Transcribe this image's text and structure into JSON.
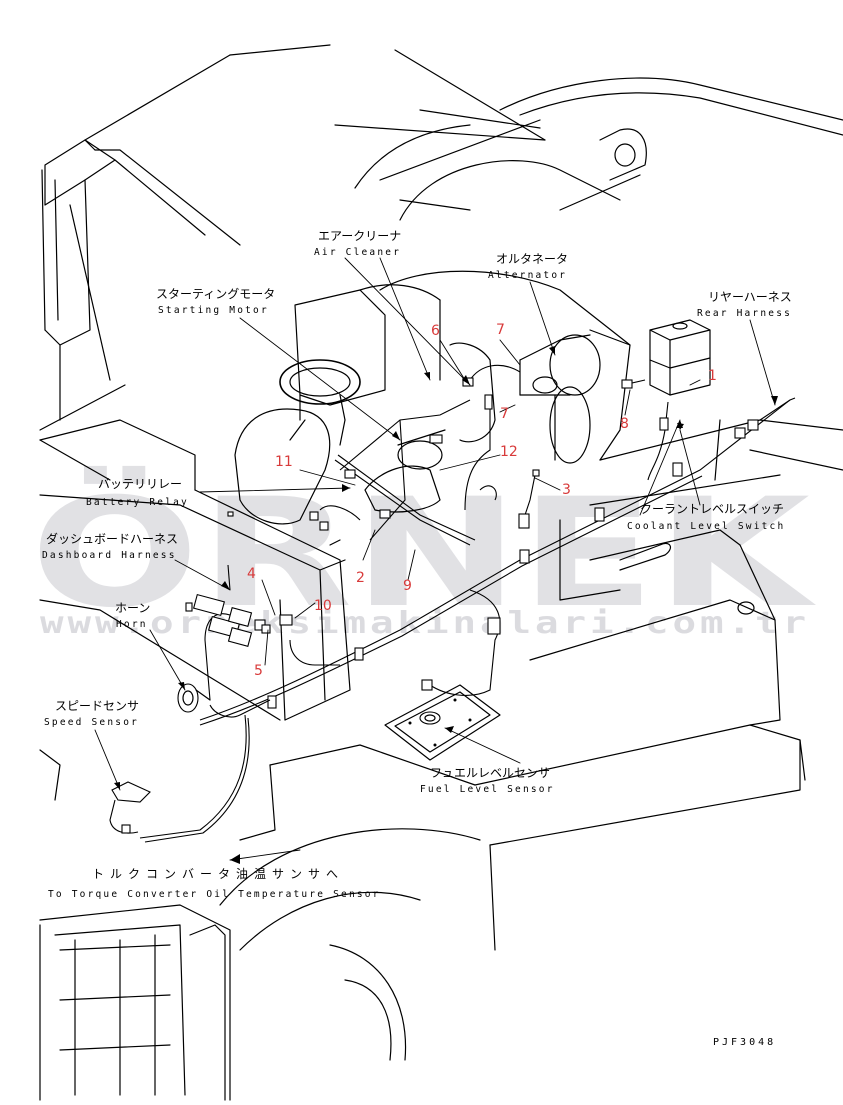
{
  "diagram_code": "PJF3048",
  "watermark": {
    "brand": "ÖRNEK",
    "url": "www.orneksimakinalari.com.tr"
  },
  "labels": {
    "air_cleaner": {
      "jp": "エアークリーナ",
      "en": "Air Cleaner"
    },
    "alternator": {
      "jp": "オルタネータ",
      "en": "Alternator"
    },
    "starting_motor": {
      "jp": "スターティングモータ",
      "en": "Starting Motor"
    },
    "rear_harness": {
      "jp": "リヤーハーネス",
      "en": "Rear Harness"
    },
    "battery_relay": {
      "jp": "バッテリリレー",
      "en": "Battery Relay"
    },
    "dashboard_harness": {
      "jp": "ダッシュボードハーネス",
      "en": "Dashboard Harness"
    },
    "horn": {
      "jp": "ホーン",
      "en": "Horn"
    },
    "speed_sensor": {
      "jp": "スピードセンサ",
      "en": "Speed Sensor"
    },
    "coolant_level_switch": {
      "jp": "クーラントレベルスイッチ",
      "en": "Coolant Level Switch"
    },
    "fuel_level_sensor": {
      "jp": "フュエルレベルセンサ",
      "en": "Fuel Level Sensor"
    },
    "torque_converter": {
      "jp": "トルクコンバータ油温サンサへ",
      "en": "To Torque Converter Oil Temperature Sensor"
    }
  },
  "callouts": [
    "1",
    "2",
    "3",
    "4",
    "5",
    "6",
    "7",
    "7",
    "8",
    "9",
    "10",
    "11",
    "12"
  ]
}
